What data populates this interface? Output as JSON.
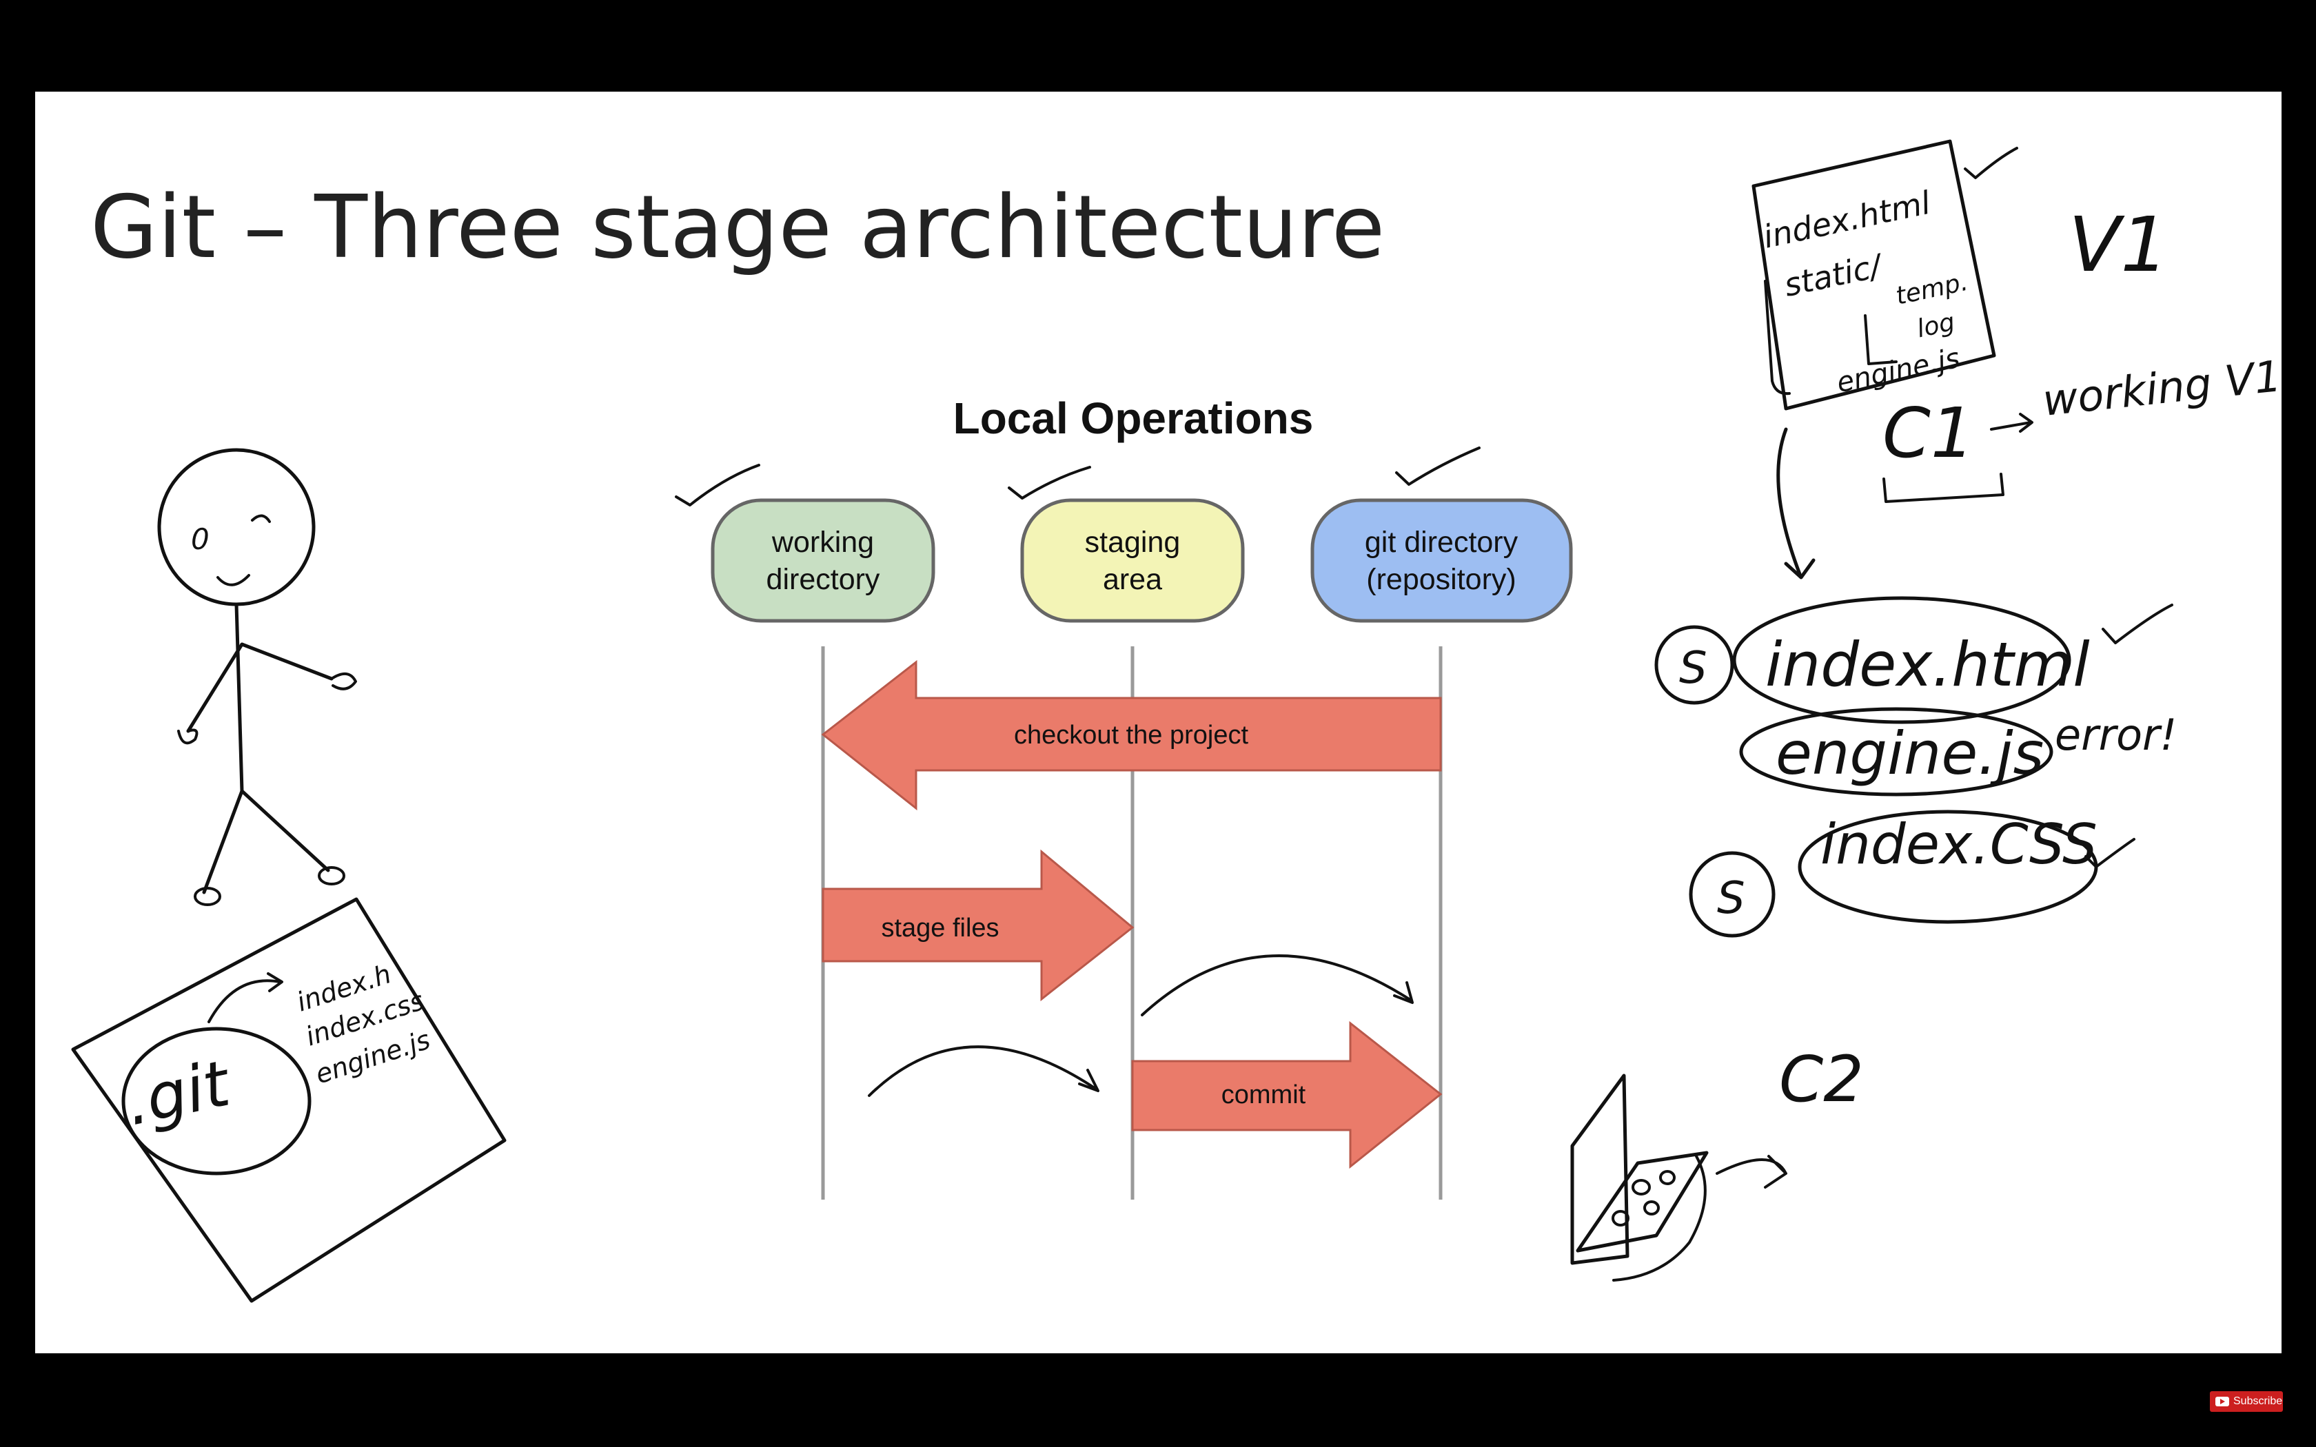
{
  "slide": {
    "title": "Git – Three stage architecture"
  },
  "diagram": {
    "title": "Local Operations",
    "stages": [
      {
        "line1": "working",
        "line2": "directory",
        "color": "#c8dfc3"
      },
      {
        "line1": "staging",
        "line2": "area",
        "color": "#f3f4b6"
      },
      {
        "line1": "git directory",
        "line2": "(repository)",
        "color": "#9dbef2"
      }
    ],
    "arrows": [
      {
        "label": "checkout the project",
        "color": "#ea7b6a"
      },
      {
        "label": "stage files",
        "color": "#ea7b6a"
      },
      {
        "label": "commit",
        "color": "#ea7b6a"
      }
    ]
  },
  "annotations": {
    "git_folder": ".git",
    "git_files": [
      "index.h",
      "index.css",
      "engine.js"
    ],
    "version_files": [
      "index.html",
      "static/",
      "temp.",
      "log",
      "engine.js"
    ],
    "version_label": "V1",
    "commit_label": "C1",
    "commit_note": "working V1",
    "staged_files": [
      "index.html",
      "engine.js",
      "index.CSS"
    ],
    "staged_markers": [
      "S",
      "S"
    ],
    "error_note": "error!",
    "commit2_label": "C2"
  },
  "player": {
    "subscribe_label": "Subscribe"
  }
}
